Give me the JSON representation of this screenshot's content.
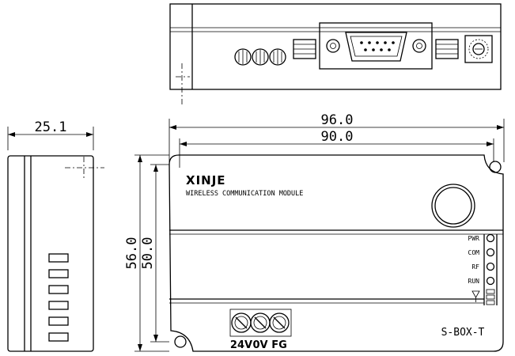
{
  "device": {
    "brand": "XINJE",
    "subtitle": "WIRELESS COMMUNICATION MODULE",
    "model": "S-BOX-T"
  },
  "leds": [
    {
      "label": "PWR"
    },
    {
      "label": "COM"
    },
    {
      "label": "RF"
    },
    {
      "label": "RUN"
    }
  ],
  "terminals": [
    "24V",
    "0V",
    "FG"
  ],
  "dimensions": {
    "overall_width": "96.0",
    "body_width": "90.0",
    "overall_height": "56.0",
    "body_height": "50.0",
    "depth": "25.1"
  }
}
